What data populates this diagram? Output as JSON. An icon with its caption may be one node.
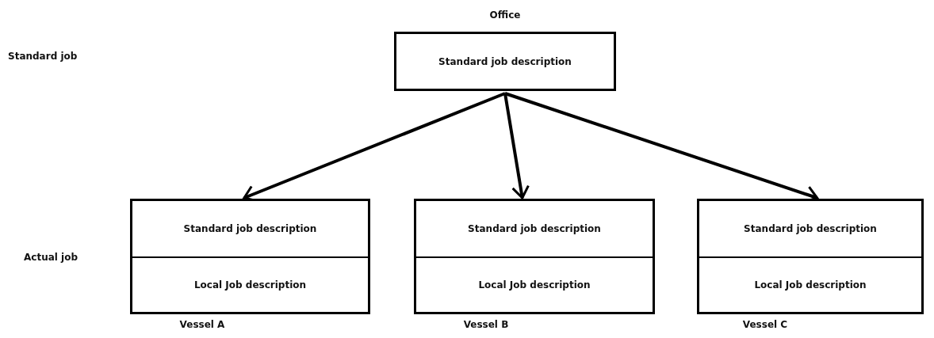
{
  "diagram": {
    "nodes": [
      {
        "text": [
          "Standard job description"
        ],
        "beside": [
          "Office"
        ]
      },
      {
        "text": [],
        "shape": "box",
        "beside": [
          "Vessel A"
        ]
      },
      {
        "text": [
          "Standard job description"
        ],
        "in": 1
      },
      {
        "text": [
          "Local Job description"
        ],
        "in": 1
      },
      {
        "text": [],
        "shape": "box",
        "beside": [
          "Vessel B"
        ]
      },
      {
        "text": [
          "Standard job description"
        ],
        "in": 4
      },
      {
        "text": [
          "Local Job description"
        ],
        "in": 4
      },
      {
        "text": [],
        "shape": "box",
        "beside": [
          "Vessel C"
        ]
      },
      {
        "text": [
          "Standard job description"
        ],
        "in": 7
      },
      {
        "text": [
          "Local Job description"
        ],
        "in": 7
      }
    ],
    "edges": [
      {
        "from": 0,
        "to": 1,
        "arrow": "to"
      },
      {
        "from": 0,
        "to": 4,
        "arrow": "to"
      },
      {
        "from": 0,
        "to": 7,
        "arrow": "to"
      }
    ],
    "labels": [
      "Standard job",
      "Actual job"
    ]
  }
}
